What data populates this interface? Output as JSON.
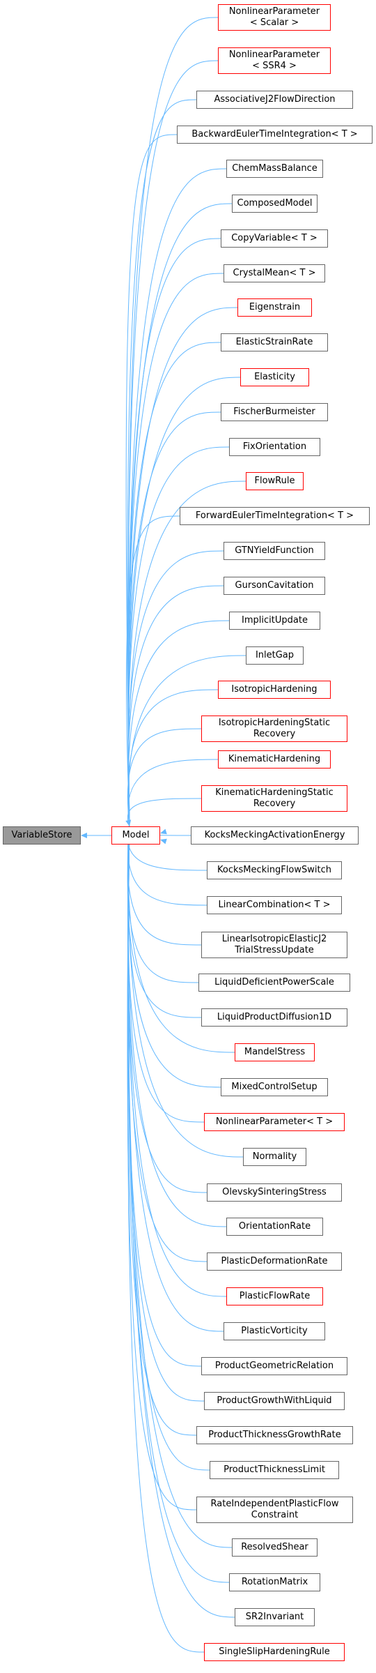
{
  "colors": {
    "edge": "#63b8ff",
    "normal_border": "#666666",
    "incomplete_border": "#ff0000",
    "root_fill": "#999999"
  },
  "root": {
    "label": "VariableStore"
  },
  "hub": {
    "label": "Model"
  },
  "children": [
    {
      "lines": [
        "NonlinearParameter",
        "< Scalar >"
      ],
      "red": true
    },
    {
      "lines": [
        "NonlinearParameter",
        "< SSR4 >"
      ],
      "red": true
    },
    {
      "lines": [
        "AssociativeJ2FlowDirection"
      ],
      "red": false
    },
    {
      "lines": [
        "BackwardEulerTimeIntegration< T >"
      ],
      "red": false
    },
    {
      "lines": [
        "ChemMassBalance"
      ],
      "red": false
    },
    {
      "lines": [
        "ComposedModel"
      ],
      "red": false
    },
    {
      "lines": [
        "CopyVariable< T >"
      ],
      "red": false
    },
    {
      "lines": [
        "CrystalMean< T >"
      ],
      "red": false
    },
    {
      "lines": [
        "Eigenstrain"
      ],
      "red": true
    },
    {
      "lines": [
        "ElasticStrainRate"
      ],
      "red": false
    },
    {
      "lines": [
        "Elasticity"
      ],
      "red": true
    },
    {
      "lines": [
        "FischerBurmeister"
      ],
      "red": false
    },
    {
      "lines": [
        "FixOrientation"
      ],
      "red": false
    },
    {
      "lines": [
        "FlowRule"
      ],
      "red": true
    },
    {
      "lines": [
        "ForwardEulerTimeIntegration< T >"
      ],
      "red": false
    },
    {
      "lines": [
        "GTNYieldFunction"
      ],
      "red": false
    },
    {
      "lines": [
        "GursonCavitation"
      ],
      "red": false
    },
    {
      "lines": [
        "ImplicitUpdate"
      ],
      "red": false
    },
    {
      "lines": [
        "InletGap"
      ],
      "red": false
    },
    {
      "lines": [
        "IsotropicHardening"
      ],
      "red": true
    },
    {
      "lines": [
        "IsotropicHardeningStatic",
        "Recovery"
      ],
      "red": true
    },
    {
      "lines": [
        "KinematicHardening"
      ],
      "red": true
    },
    {
      "lines": [
        "KinematicHardeningStatic",
        "Recovery"
      ],
      "red": true
    },
    {
      "lines": [
        "KocksMeckingActivationEnergy"
      ],
      "red": false
    },
    {
      "lines": [
        "KocksMeckingFlowSwitch"
      ],
      "red": false
    },
    {
      "lines": [
        "LinearCombination< T >"
      ],
      "red": false
    },
    {
      "lines": [
        "LinearIsotropicElasticJ2",
        "TrialStressUpdate"
      ],
      "red": false
    },
    {
      "lines": [
        "LiquidDeficientPowerScale"
      ],
      "red": false
    },
    {
      "lines": [
        "LiquidProductDiffusion1D"
      ],
      "red": false
    },
    {
      "lines": [
        "MandelStress"
      ],
      "red": true
    },
    {
      "lines": [
        "MixedControlSetup"
      ],
      "red": false
    },
    {
      "lines": [
        "NonlinearParameter< T >"
      ],
      "red": true
    },
    {
      "lines": [
        "Normality"
      ],
      "red": false
    },
    {
      "lines": [
        "OlevskySinteringStress"
      ],
      "red": false
    },
    {
      "lines": [
        "OrientationRate"
      ],
      "red": false
    },
    {
      "lines": [
        "PlasticDeformationRate"
      ],
      "red": false
    },
    {
      "lines": [
        "PlasticFlowRate"
      ],
      "red": true
    },
    {
      "lines": [
        "PlasticVorticity"
      ],
      "red": false
    },
    {
      "lines": [
        "ProductGeometricRelation"
      ],
      "red": false
    },
    {
      "lines": [
        "ProductGrowthWithLiquid"
      ],
      "red": false
    },
    {
      "lines": [
        "ProductThicknessGrowthRate"
      ],
      "red": false
    },
    {
      "lines": [
        "ProductThicknessLimit"
      ],
      "red": false
    },
    {
      "lines": [
        "RateIndependentPlasticFlow",
        "Constraint"
      ],
      "red": false
    },
    {
      "lines": [
        "ResolvedShear"
      ],
      "red": false
    },
    {
      "lines": [
        "RotationMatrix"
      ],
      "red": false
    },
    {
      "lines": [
        "SR2Invariant"
      ],
      "red": false
    },
    {
      "lines": [
        "SingleSlipHardeningRule"
      ],
      "red": true
    }
  ]
}
